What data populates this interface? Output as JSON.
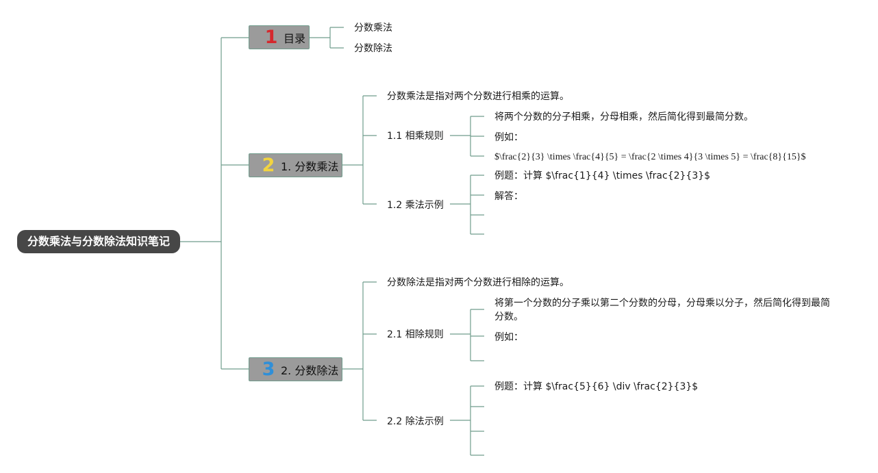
{
  "root": {
    "title": "分数乘法与分数除法知识笔记"
  },
  "branches": [
    {
      "num": "1",
      "label": "目录",
      "children": [
        "分数乘法",
        "分数除法"
      ]
    },
    {
      "num": "2",
      "label": "1. 分数乘法",
      "definition": "分数乘法是指对两个分数进行相乘的运算。",
      "sub1": {
        "label": "1.1 相乘规则",
        "items": [
          "将两个分数的分子相乘，分母相乘，然后简化得到最简分数。",
          "例如：",
          "$\\frac{2}{3} \\times \\frac{4}{5} = \\frac{2 \\times 4}{3 \\times 5} = \\frac{8}{15}$"
        ]
      },
      "sub2": {
        "label": "1.2 乘法示例",
        "items": [
          "例题：计算 $\\frac{1}{4} \\times \\frac{2}{3}$",
          "解答："
        ]
      }
    },
    {
      "num": "3",
      "label": "2. 分数除法",
      "definition": "分数除法是指对两个分数进行相除的运算。",
      "sub1": {
        "label": "2.1 相除规则",
        "items": [
          "将第一个分数的分子乘以第二个分数的分母，分母乘以分子，然后简化得到最简分数。",
          "例如："
        ]
      },
      "sub2": {
        "label": "2.2 除法示例",
        "items": [
          "例题：计算 $\\frac{5}{6} \\div \\frac{2}{3}$"
        ]
      }
    }
  ],
  "colors": {
    "line": "#6f9c8c",
    "root_bg": "#474747",
    "branch_bg": "#9b9b9b",
    "num1": "#d4282d",
    "num2": "#f2d440",
    "num3": "#2f8fd8"
  }
}
